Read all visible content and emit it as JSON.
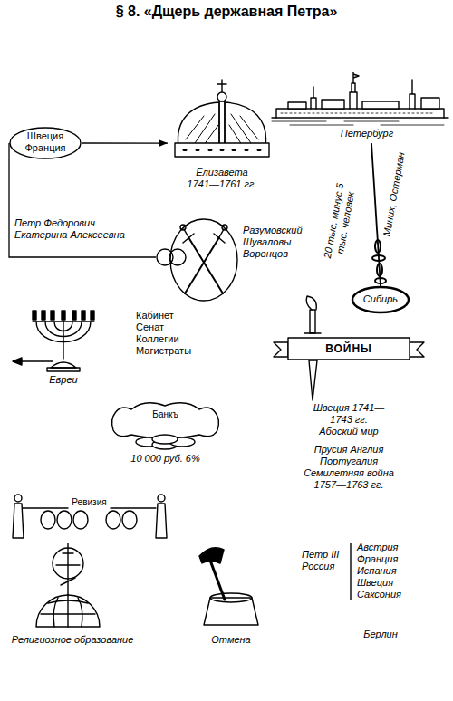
{
  "diagram": {
    "title": "§ 8. «Дщерь державная Петра»",
    "nodes": [
      {
        "text": [
          "Швеция Франция"
        ]
      },
      {
        "text": [
          "Елизавета 1741—1761 гг."
        ]
      },
      {
        "text": [
          "Петербург"
        ]
      },
      {
        "text": [
          "Разумовский Шуваловы Воронцов"
        ]
      },
      {
        "text": [
          "Сибирь"
        ]
      },
      {
        "text": [
          "ВОЙНЫ"
        ]
      },
      {
        "text": [
          "Банкъ",
          "10 000 руб. 6%"
        ]
      },
      {
        "text": [
          "Ревизия"
        ]
      }
    ],
    "edges": [
      {
        "from": 0,
        "to": 1,
        "arrow": "to"
      },
      {
        "from": 0,
        "to": 3,
        "arrow": "none",
        "label": "Петр Федорович Екатерина Алексеевна"
      },
      {
        "from": 2,
        "to": 4,
        "arrow": "none",
        "label": "20 тыс. минус 5 тыс. человек"
      }
    ],
    "labels": [
      "Миних, Остерман",
      "Кабинет Сенат Коллегии Магистраты",
      "Евреи",
      "Швеция 1741—1743 гг. Абоский мир",
      "Прусия Англия Португалия Семилетняя война 1757—1763 гг.",
      "Петр III Россия",
      "Австрия Франция Испания Швеция Саксония",
      "Берлин",
      "Религиозное образование",
      "Отмена"
    ]
  }
}
